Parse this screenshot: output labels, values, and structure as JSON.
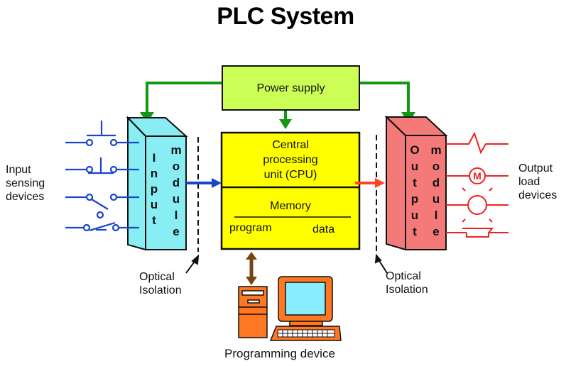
{
  "title": "PLC System",
  "power_supply": {
    "label": "Power supply",
    "color": "#ccff55",
    "wire_color": "#119911"
  },
  "cpu": {
    "line1": "Central",
    "line2": "processing",
    "line3": "unit (CPU)",
    "memory": "Memory",
    "program": "program",
    "data": "data",
    "color": "#ffff00"
  },
  "input_module": {
    "word1": [
      "I",
      "n",
      "p",
      "u",
      "t"
    ],
    "word2": [
      "m",
      "o",
      "d",
      "u",
      "l",
      "e"
    ],
    "color": "#88eef4",
    "signal_color": "#1a44cc"
  },
  "output_module": {
    "word1": [
      "O",
      "u",
      "t",
      "p",
      "u",
      "t"
    ],
    "word2": [
      "m",
      "o",
      "d",
      "u",
      "l",
      "e"
    ],
    "color": "#f47a7a",
    "signal_color": "#ff4422"
  },
  "input_devices": {
    "line1": "Input",
    "line2": "sensing",
    "line3": "devices"
  },
  "output_devices": {
    "line1": "Output",
    "line2": "load",
    "line3": "devices",
    "motor_symbol": "M"
  },
  "isolation_left": {
    "line1": "Optical",
    "line2": "Isolation"
  },
  "isolation_right": {
    "line1": "Optical",
    "line2": "Isolation"
  },
  "programming_device": {
    "label": "Programming device",
    "color": "#ff7722",
    "screen_color": "#88eeff",
    "link_color": "#774411"
  }
}
